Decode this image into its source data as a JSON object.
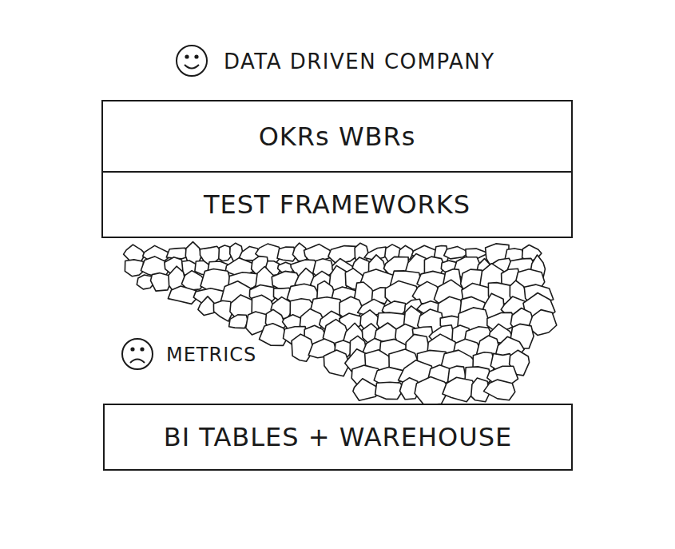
{
  "diagram": {
    "title": "DATA DRIVEN COMPANY",
    "nodes": [
      {
        "text": [
          "OKRs WBRs"
        ]
      },
      {
        "text": [
          "TEST FRAMEWORKS"
        ]
      },
      {
        "text": [
          "BI TABLES + WAREHOUSE"
        ]
      }
    ],
    "labels": [
      "METRICS"
    ]
  }
}
